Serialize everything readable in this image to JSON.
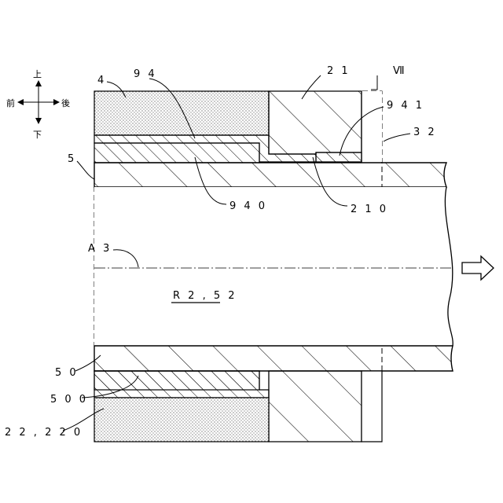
{
  "directions": {
    "up": "上",
    "down": "下",
    "front": "前",
    "back": "後"
  },
  "labels": {
    "part_4": "4",
    "part_94": "9 4",
    "part_21": "2 1",
    "section_mark": "Ⅶ",
    "part_941": "9 4 1",
    "part_32": "3 2",
    "part_5": "5",
    "part_940": "9 4 0",
    "part_210": "2 1 0",
    "axis_a3": "A 3",
    "region_r2_52": "R 2 , 5 2",
    "part_50": "5 0",
    "part_500": "5 0 0",
    "part_22_220": "2 2 , 2 2 0"
  }
}
